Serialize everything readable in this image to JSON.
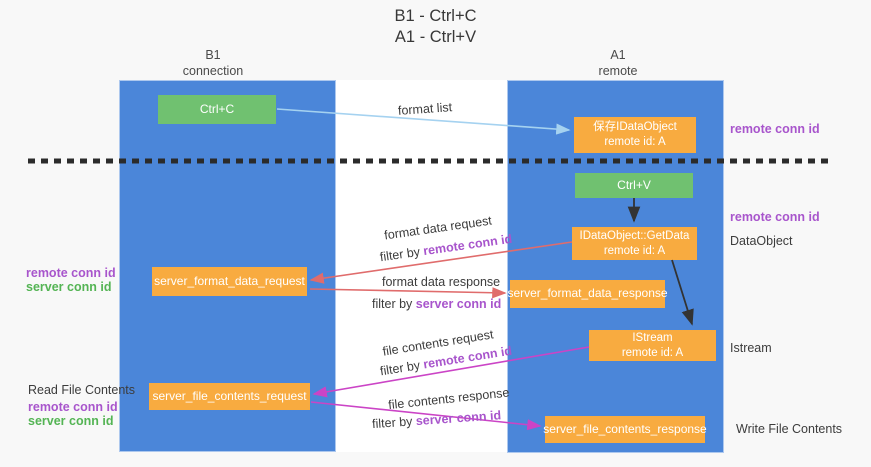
{
  "title": {
    "line1": "B1 - Ctrl+C",
    "line2": "A1 - Ctrl+V"
  },
  "lanes": {
    "left": {
      "name": "B1",
      "subtitle": "connection"
    },
    "right": {
      "name": "A1",
      "subtitle": "remote"
    }
  },
  "nodes": {
    "ctrl_c": {
      "label": "Ctrl+C"
    },
    "save_idataobject": {
      "line1": "保存IDataObject",
      "line2": "remote id: A"
    },
    "ctrl_v": {
      "label": "Ctrl+V"
    },
    "getdata": {
      "line1": "IDataObject::GetData",
      "line2": "remote id: A"
    },
    "format_request": {
      "label": "server_format_data_request"
    },
    "format_response": {
      "label": "server_format_data_response"
    },
    "istream": {
      "line1": "IStream",
      "line2": "remote id: A"
    },
    "file_request": {
      "label": "server_file_contents_request"
    },
    "file_response": {
      "label": "server_file_contents_response"
    }
  },
  "labels": {
    "format_list": "format list",
    "format_data_request": "format data request",
    "filter_fdr": {
      "prefix": "filter by ",
      "highlight": "remote conn id"
    },
    "format_data_response": "format data response",
    "filter_fdresp": {
      "prefix": "filter by ",
      "highlight": "server conn id"
    },
    "file_contents_request": "file contents request",
    "filter_fcr": {
      "prefix": "filter by ",
      "highlight": "remote conn id"
    },
    "file_contents_response": "file contents response",
    "filter_fcresp": {
      "prefix": "filter by ",
      "highlight": "server conn id"
    }
  },
  "side": {
    "remote_conn_top": "remote conn id",
    "remote_conn_mid": "remote conn id",
    "dataobject": "DataObject",
    "istream": "Istream",
    "write_file": "Write File Contents",
    "left_remote_1": "remote conn id",
    "left_server_1": "server conn id",
    "read_file": "Read File Contents",
    "left_remote_2": "remote conn id",
    "left_server_2": "server conn id"
  },
  "colors": {
    "lane_blue": "#4b86d9",
    "node_orange": "#f8ab40",
    "node_green": "#70c170",
    "accent_purple": "#a855cc",
    "accent_green": "#54b454",
    "arrow_red": "#e06c6c",
    "arrow_magenta": "#cb44c6",
    "arrow_lightblue": "#a5d2f0",
    "arrow_black": "#333333",
    "dashed_line": "#2b2b2b"
  }
}
